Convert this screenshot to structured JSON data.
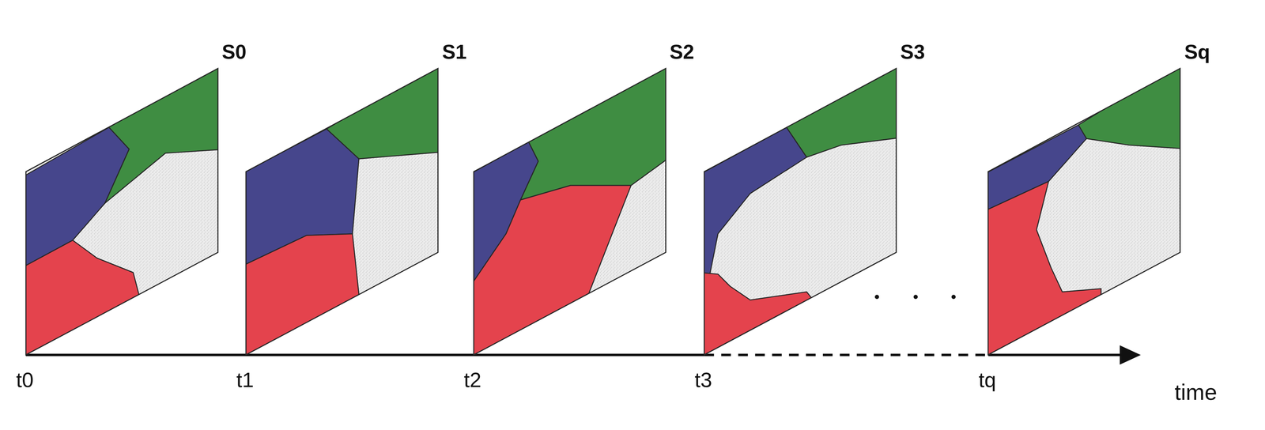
{
  "diagram": {
    "nodes": [
      {
        "text": [
          "S0"
        ]
      },
      {
        "text": [
          "S1"
        ]
      },
      {
        "text": [
          "S2"
        ]
      },
      {
        "text": [
          "S3"
        ]
      },
      {
        "text": [
          "Sq"
        ]
      }
    ],
    "labels": [
      "t0",
      "t1",
      "t2",
      "t3",
      "tq",
      "time"
    ]
  }
}
